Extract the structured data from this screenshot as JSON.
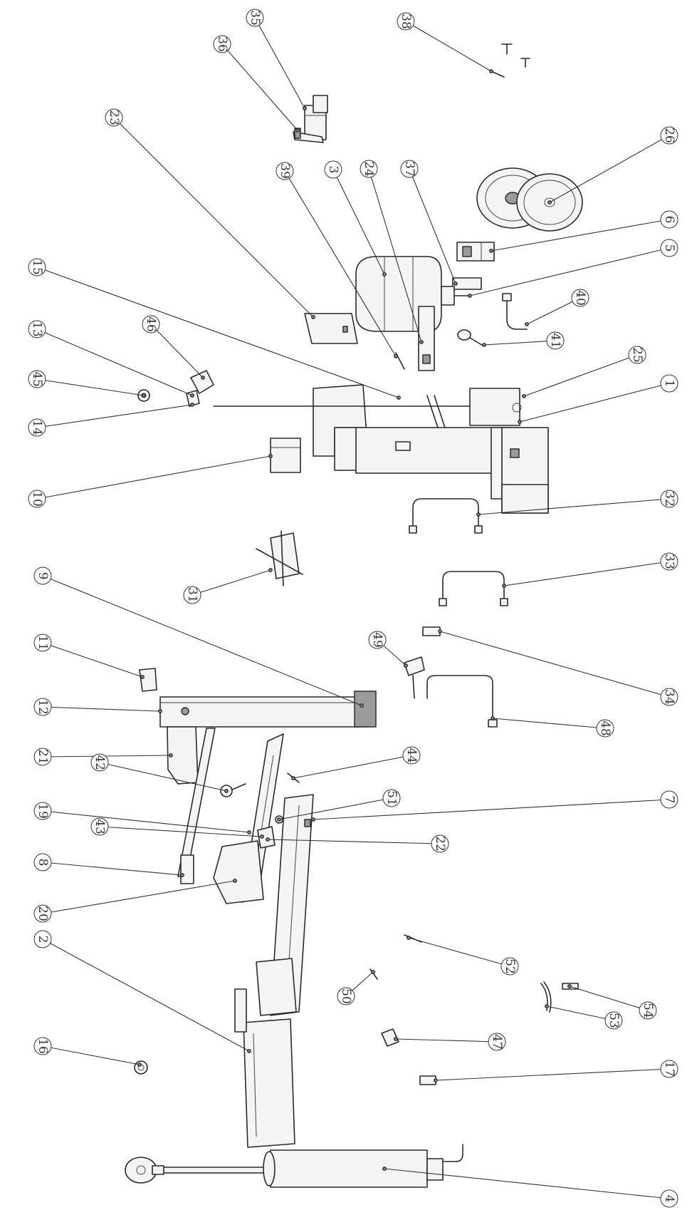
{
  "drawing": {
    "rotation_degrees": 90,
    "callouts": [
      {
        "id": "c1",
        "label": "1"
      },
      {
        "id": "c2",
        "label": "2"
      },
      {
        "id": "c3",
        "label": "3"
      },
      {
        "id": "c4",
        "label": "4"
      },
      {
        "id": "c5",
        "label": "5"
      },
      {
        "id": "c6",
        "label": "6"
      },
      {
        "id": "c7",
        "label": "7"
      },
      {
        "id": "c8",
        "label": "8"
      },
      {
        "id": "c9",
        "label": "9"
      },
      {
        "id": "c10",
        "label": "10"
      },
      {
        "id": "c11",
        "label": "11"
      },
      {
        "id": "c12",
        "label": "12"
      },
      {
        "id": "c13",
        "label": "13"
      },
      {
        "id": "c14",
        "label": "14"
      },
      {
        "id": "c15",
        "label": "15"
      },
      {
        "id": "c16",
        "label": "16"
      },
      {
        "id": "c17",
        "label": "17"
      },
      {
        "id": "c19",
        "label": "19"
      },
      {
        "id": "c20",
        "label": "20"
      },
      {
        "id": "c21",
        "label": "21"
      },
      {
        "id": "c22",
        "label": "22"
      },
      {
        "id": "c23",
        "label": "23"
      },
      {
        "id": "c24",
        "label": "24"
      },
      {
        "id": "c25",
        "label": "25"
      },
      {
        "id": "c26",
        "label": "26"
      },
      {
        "id": "c31",
        "label": "31"
      },
      {
        "id": "c32",
        "label": "32"
      },
      {
        "id": "c33",
        "label": "33"
      },
      {
        "id": "c34",
        "label": "34"
      },
      {
        "id": "c35",
        "label": "35"
      },
      {
        "id": "c36",
        "label": "36"
      },
      {
        "id": "c37",
        "label": "37"
      },
      {
        "id": "c38",
        "label": "38"
      },
      {
        "id": "c39",
        "label": "39"
      },
      {
        "id": "c40",
        "label": "40"
      },
      {
        "id": "c41",
        "label": "41"
      },
      {
        "id": "c42",
        "label": "42"
      },
      {
        "id": "c43",
        "label": "43"
      },
      {
        "id": "c44",
        "label": "44"
      },
      {
        "id": "c45",
        "label": "45"
      },
      {
        "id": "c46",
        "label": "46"
      },
      {
        "id": "c47",
        "label": "47"
      },
      {
        "id": "c48",
        "label": "48"
      },
      {
        "id": "c49",
        "label": "49"
      },
      {
        "id": "c50",
        "label": "50"
      },
      {
        "id": "c51",
        "label": "51"
      },
      {
        "id": "c52",
        "label": "52"
      },
      {
        "id": "c53",
        "label": "53"
      },
      {
        "id": "c54",
        "label": "54"
      }
    ]
  }
}
